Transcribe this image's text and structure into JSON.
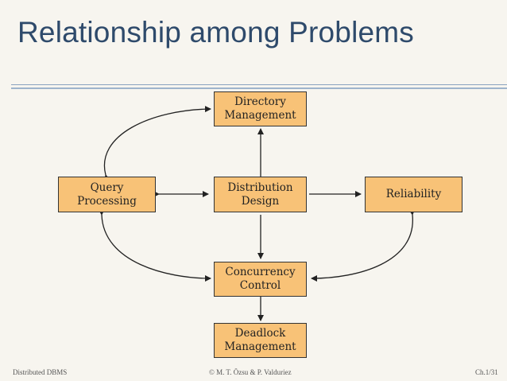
{
  "slide": {
    "title": "Relationship among Problems"
  },
  "nodes": {
    "directory": "Directory\nManagement",
    "query": "Query\nProcessing",
    "distribution": "Distribution\nDesign",
    "reliability": "Reliability",
    "concurrency": "Concurrency\nControl",
    "deadlock": "Deadlock\nManagement"
  },
  "footer": {
    "left": "Distributed DBMS",
    "center": "© M. T. Özsu & P. Valduriez",
    "right": "Ch.1/31"
  },
  "colors": {
    "title": "#2e4a6b",
    "box_fill": "#f8c277",
    "background": "#f7f5ef"
  }
}
